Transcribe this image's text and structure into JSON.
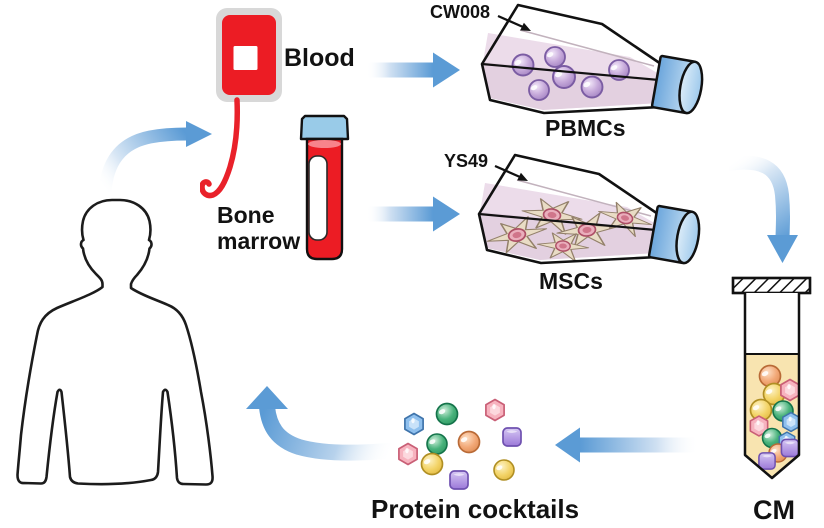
{
  "labels": {
    "blood": "Blood",
    "bone_marrow_line1": "Bone",
    "bone_marrow_line2": "marrow",
    "pbmc_treatment": "CW008",
    "msc_treatment": "YS49",
    "pbmc_flask": "PBMCs",
    "msc_flask": "MSCs",
    "protein_cocktails": "Protein cocktails",
    "conditioned_medium": "CM"
  },
  "colors": {
    "arrow_blue": "#5b9bd5",
    "blood_red": "#ec1c24",
    "bag_gray": "#d8d8d8",
    "tube_cap_blue": "#99cbe8",
    "flask_cap_blue": "#6ca6dc",
    "flask_media_pink": "#ecdcea",
    "pbmc_cell_purple": "#c6a9da",
    "msc_cell_beige": "#e9dcc5",
    "msc_nucleus_pink": "#eaaebc",
    "cm_liquid_tan": "#f8e4b0",
    "protein_green": "#48b27b",
    "protein_orange": "#f2a877",
    "protein_yellow": "#f3d468",
    "protein_pink": "#f7b3bf",
    "protein_blue": "#8fc0ee",
    "protein_purple": "#a584e0",
    "outline_black": "#111111"
  }
}
